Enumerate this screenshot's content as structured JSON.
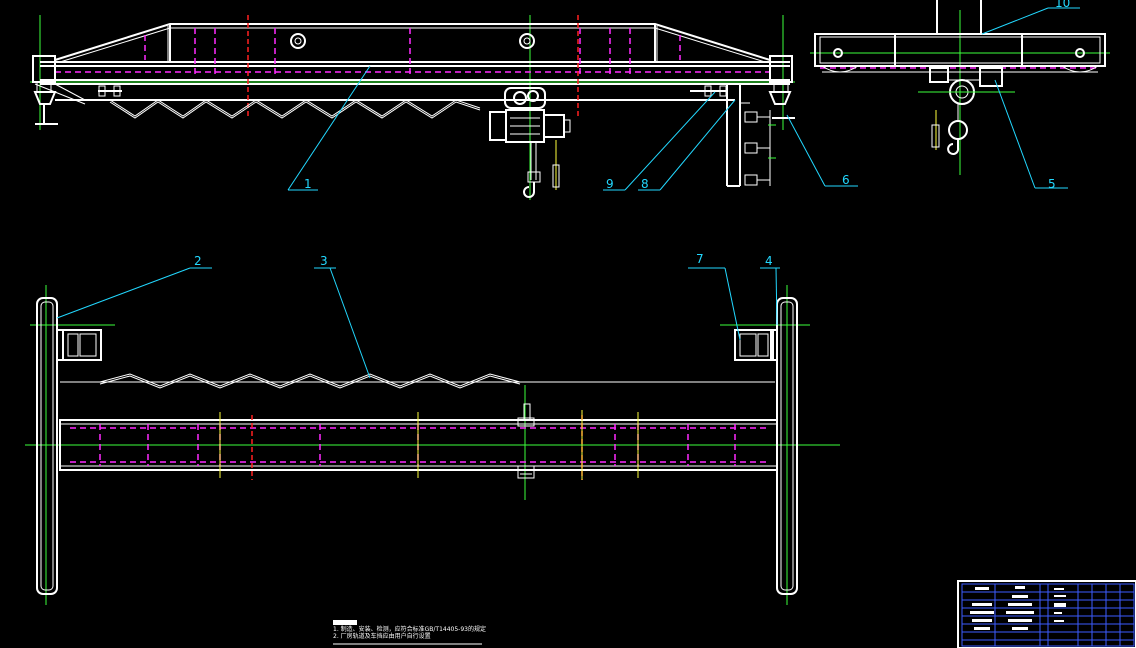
{
  "drawing": {
    "background": "#000000",
    "colors": {
      "outline": "#ffffff",
      "hidden_line": "#ff2bff",
      "center_line": "#3cff3c",
      "leader": "#22d8ff",
      "section_line": "#ff2020",
      "title_block": "#3c5cff"
    },
    "callouts": {
      "c1": "1",
      "c2": "2",
      "c3": "3",
      "c4": "4",
      "c5": "5",
      "c6": "6",
      "c7": "7",
      "c8": "8",
      "c9": "9",
      "c10": "10"
    },
    "notes": {
      "line1": "1. 制造、安装、检测，应符合标准GB/T14405-93的规定",
      "line2": "2. 厂房轨道及车挡应由用户自行设置"
    }
  }
}
